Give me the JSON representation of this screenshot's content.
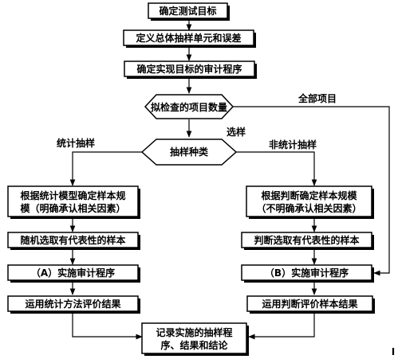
{
  "nodes": {
    "define_objective": "确定测试目标",
    "define_population": "定义总体抽样单元和误差",
    "define_procedures": "确定实现目标的审计程序",
    "item_count": "拟检查的项目数量",
    "sampling_type": "抽样种类",
    "stat_size_line1": "根据统计模型确定样本规",
    "stat_size_line2": "模（明确承认相关因素）",
    "stat_select": "随机选取有代表性的样本",
    "stat_perform": "（A）实施审计程序",
    "stat_evaluate": "运用统计方法评价结果",
    "nonstat_size_line1": "根据判断确定样本规模",
    "nonstat_size_line2": "（不明确承认相关因素）",
    "nonstat_select": "判断选取有代表性的样本",
    "nonstat_perform": "（B）实施审计程序",
    "nonstat_evaluate": "运用判断评价样本结果",
    "record_line1": "记录实施的抽样程",
    "record_line2": "序、结果和结论"
  },
  "edge_labels": {
    "all_items": "全部项目",
    "select_sampling": "选样",
    "statistical": "统计抽样",
    "nonstatistical": "非统计抽样"
  },
  "stray_mark": "I"
}
